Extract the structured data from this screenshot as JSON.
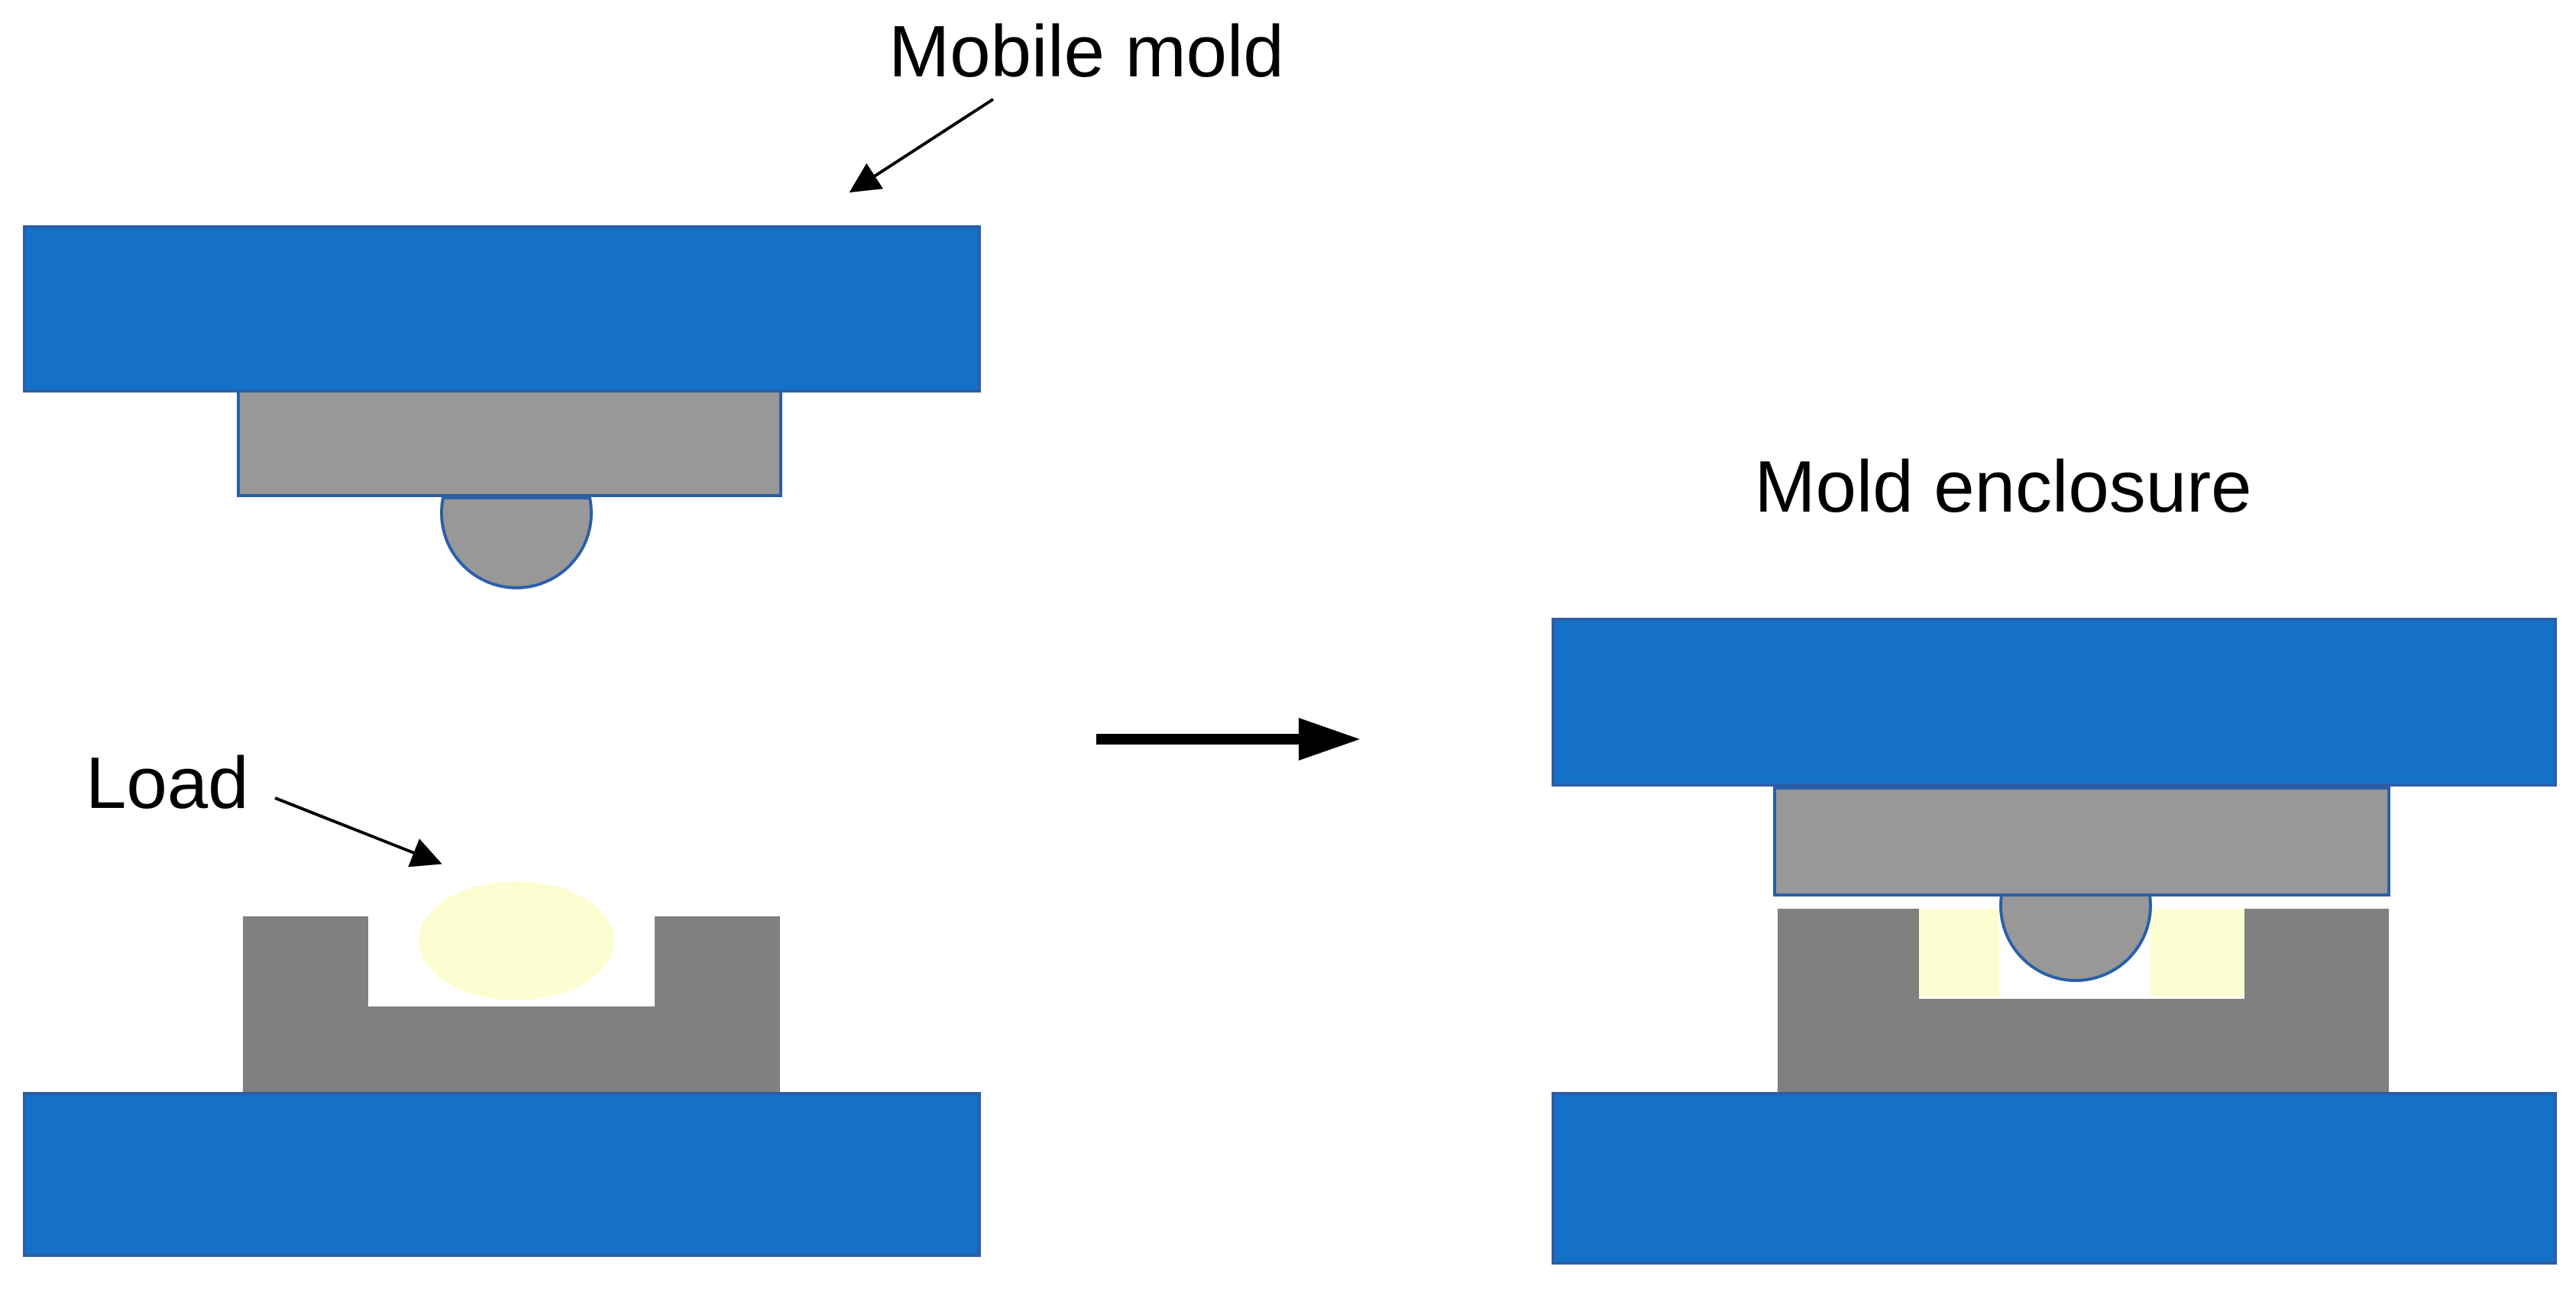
{
  "labels": {
    "mobile_mold": "Mobile mold",
    "load": "Load",
    "mold_enclosure": "Mold enclosure"
  },
  "colors": {
    "platen_fill": "#1570C8",
    "platen_stroke": "#2A5FA8",
    "upper_die_fill": "#989898",
    "lower_die_fill": "#808080",
    "die_stroke": "#2A5FA8",
    "load_fill": "#FDFDD2",
    "arrow": "#000000",
    "background": "#FFFFFF"
  },
  "icons": {
    "process_arrow": "right-arrow"
  }
}
